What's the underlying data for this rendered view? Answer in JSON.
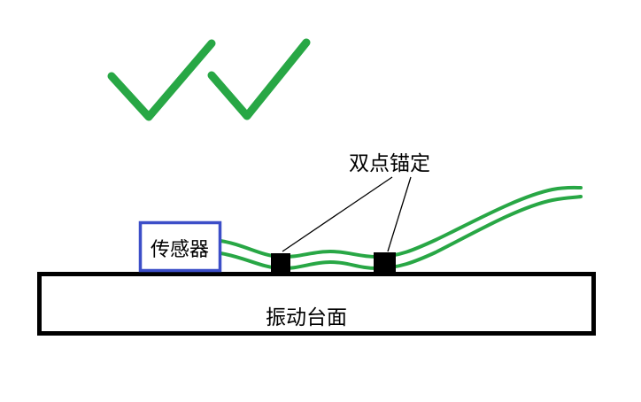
{
  "diagram": {
    "anchor_label": "双点锚定",
    "sensor_label": "传感器",
    "table_label": "振动台面"
  },
  "icons": {
    "checkmark_1": "checkmark",
    "checkmark_2": "checkmark"
  },
  "colors": {
    "green": "#28a745",
    "blue": "#3c4ec8",
    "black": "#000000",
    "white": "#ffffff"
  }
}
